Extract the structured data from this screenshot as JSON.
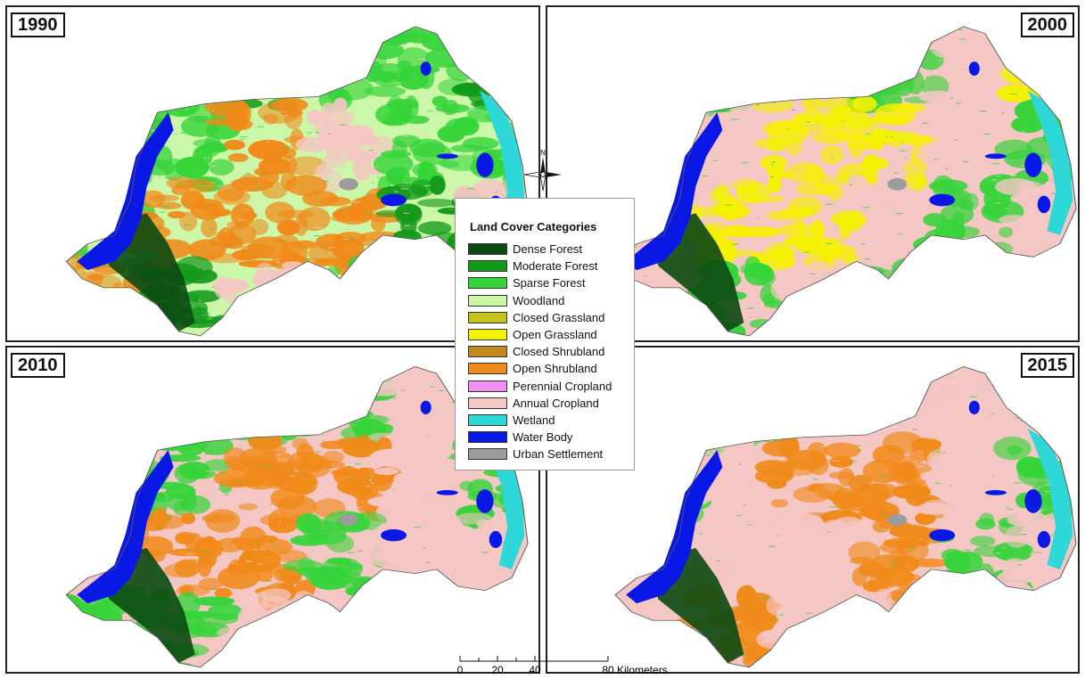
{
  "panels": [
    {
      "year": "1990",
      "scheme": [
        3,
        1,
        1,
        2,
        2,
        1,
        2,
        2,
        7,
        9,
        2,
        2,
        2,
        7,
        7,
        7,
        1,
        9,
        7,
        1,
        9,
        2,
        7,
        9
      ]
    },
    {
      "year": "2000",
      "scheme": [
        9,
        2,
        9,
        2,
        9,
        5,
        9,
        9,
        5,
        5,
        9,
        2,
        9,
        5,
        5,
        9,
        2,
        9,
        9,
        2,
        9,
        2,
        9,
        9
      ]
    },
    {
      "year": "2010",
      "scheme": [
        9,
        2,
        2,
        2,
        9,
        2,
        2,
        2,
        7,
        7,
        9,
        2,
        9,
        7,
        7,
        2,
        9,
        9,
        2,
        2,
        9,
        9,
        9,
        7
      ]
    },
    {
      "year": "2015",
      "scheme": [
        9,
        2,
        9,
        9,
        9,
        9,
        2,
        9,
        7,
        7,
        9,
        2,
        9,
        9,
        9,
        7,
        2,
        9,
        9,
        7,
        9,
        9,
        7,
        7
      ]
    }
  ],
  "legend": {
    "title": "Land Cover Categories",
    "items": [
      {
        "label": "Dense Forest",
        "color": "#0b4a12"
      },
      {
        "label": "Moderate Forest",
        "color": "#149a1a"
      },
      {
        "label": "Sparse Forest",
        "color": "#36d43a"
      },
      {
        "label": "Woodland",
        "color": "#cdf7a8"
      },
      {
        "label": "Closed Grassland",
        "color": "#c6c21c"
      },
      {
        "label": "Open Grassland",
        "color": "#f4f200"
      },
      {
        "label": "Closed Shrubland",
        "color": "#c08a1f"
      },
      {
        "label": "Open Shrubland",
        "color": "#f08a1a"
      },
      {
        "label": "Perennial Cropland",
        "color": "#f08ff2"
      },
      {
        "label": "Annual Cropland",
        "color": "#f4c6c4"
      },
      {
        "label": "Wetland",
        "color": "#2fd8d8"
      },
      {
        "label": "Water Body",
        "color": "#0a18e6"
      },
      {
        "label": "Urban Settlement",
        "color": "#9c9c9c"
      }
    ]
  },
  "north": {
    "label": "N"
  },
  "scale": {
    "ticks": [
      "0",
      "20",
      "40",
      "80"
    ],
    "unit": "Kilometers"
  }
}
